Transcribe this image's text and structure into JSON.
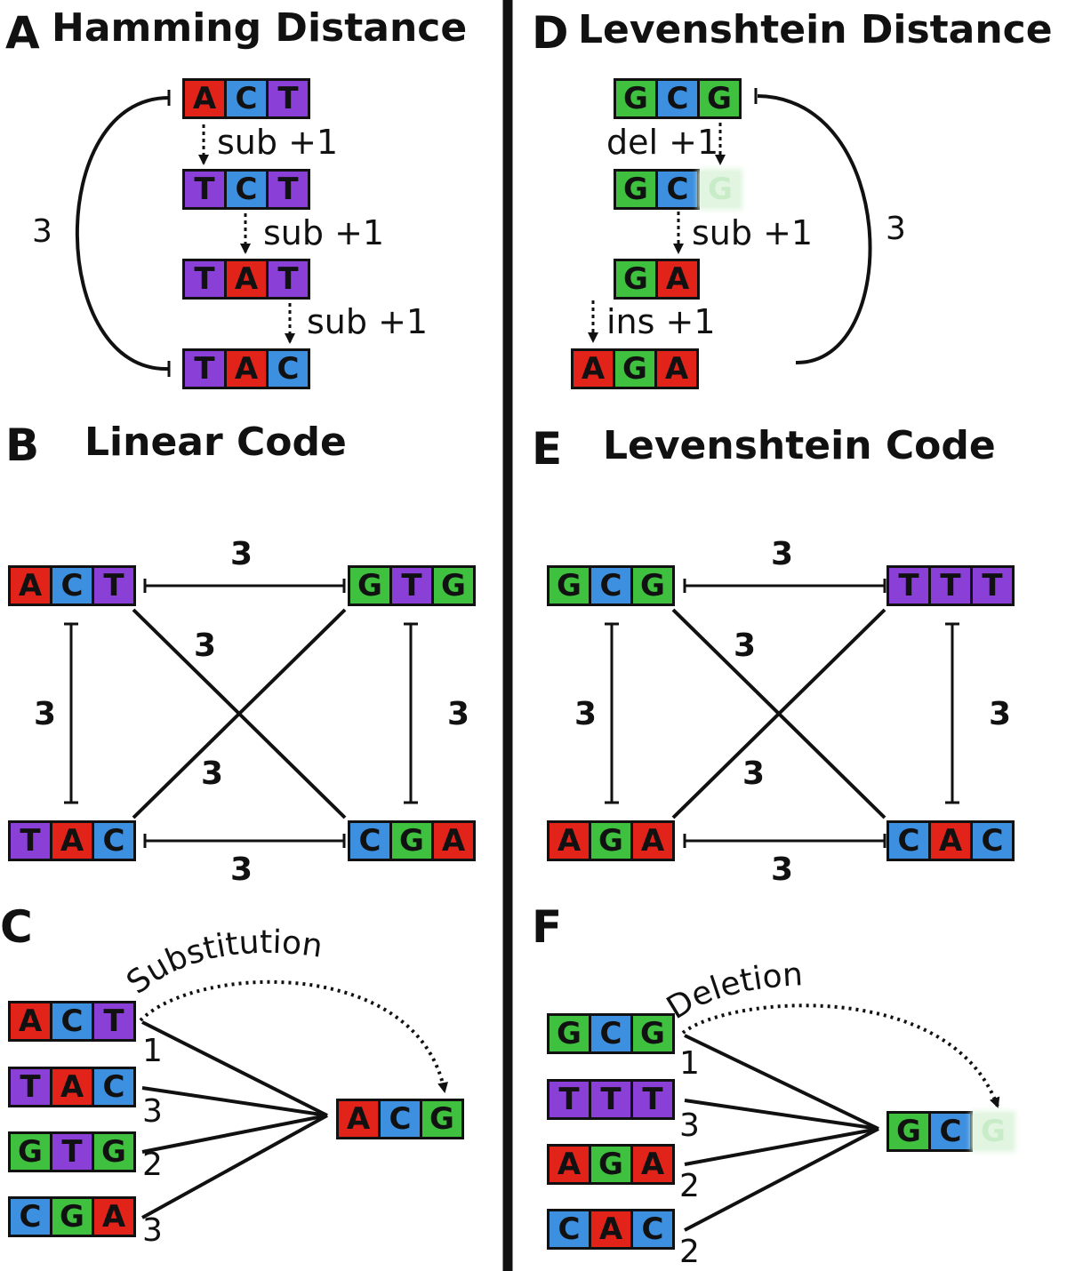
{
  "colors": {
    "A": "#e2231a",
    "C": "#3d8fe0",
    "G": "#3fc13f",
    "T": "#8a3fd6",
    "border": "#111111"
  },
  "panels": {
    "A": {
      "letter": "A",
      "title": "Hamming Distance",
      "steps": [
        "ACT",
        "TCT",
        "TAT",
        "TAC"
      ],
      "ops": [
        "sub +1",
        "sub +1",
        "sub +1"
      ],
      "total": "3"
    },
    "B": {
      "letter": "B",
      "title": "Linear Code",
      "words": [
        "ACT",
        "GTG",
        "TAC",
        "CGA"
      ],
      "edges": {
        "top": "3",
        "bottom": "3",
        "left": "3",
        "right": "3",
        "diag1": "3",
        "diag2": "3"
      }
    },
    "C": {
      "letter": "C",
      "codewords": [
        "ACT",
        "TAC",
        "GTG",
        "CGA"
      ],
      "distances": [
        "1",
        "3",
        "2",
        "3"
      ],
      "received": "ACG",
      "arrow_label": "Substitution"
    },
    "D": {
      "letter": "D",
      "title": "Levenshtein Distance",
      "steps": [
        "GCG",
        "GC",
        "GA",
        "AGA"
      ],
      "ghost": "G",
      "ops": [
        "del +1",
        "sub +1",
        "ins +1"
      ],
      "total": "3"
    },
    "E": {
      "letter": "E",
      "title": "Levenshtein Code",
      "words": [
        "GCG",
        "TTT",
        "AGA",
        "CAC"
      ],
      "edges": {
        "top": "3",
        "bottom": "3",
        "left": "3",
        "right": "3",
        "diag1": "3",
        "diag2": "3"
      }
    },
    "F": {
      "letter": "F",
      "codewords": [
        "GCG",
        "TTT",
        "AGA",
        "CAC"
      ],
      "distances": [
        "1",
        "3",
        "2",
        "2"
      ],
      "received": "GC",
      "ghost": "G",
      "arrow_label": "Deletion"
    }
  }
}
